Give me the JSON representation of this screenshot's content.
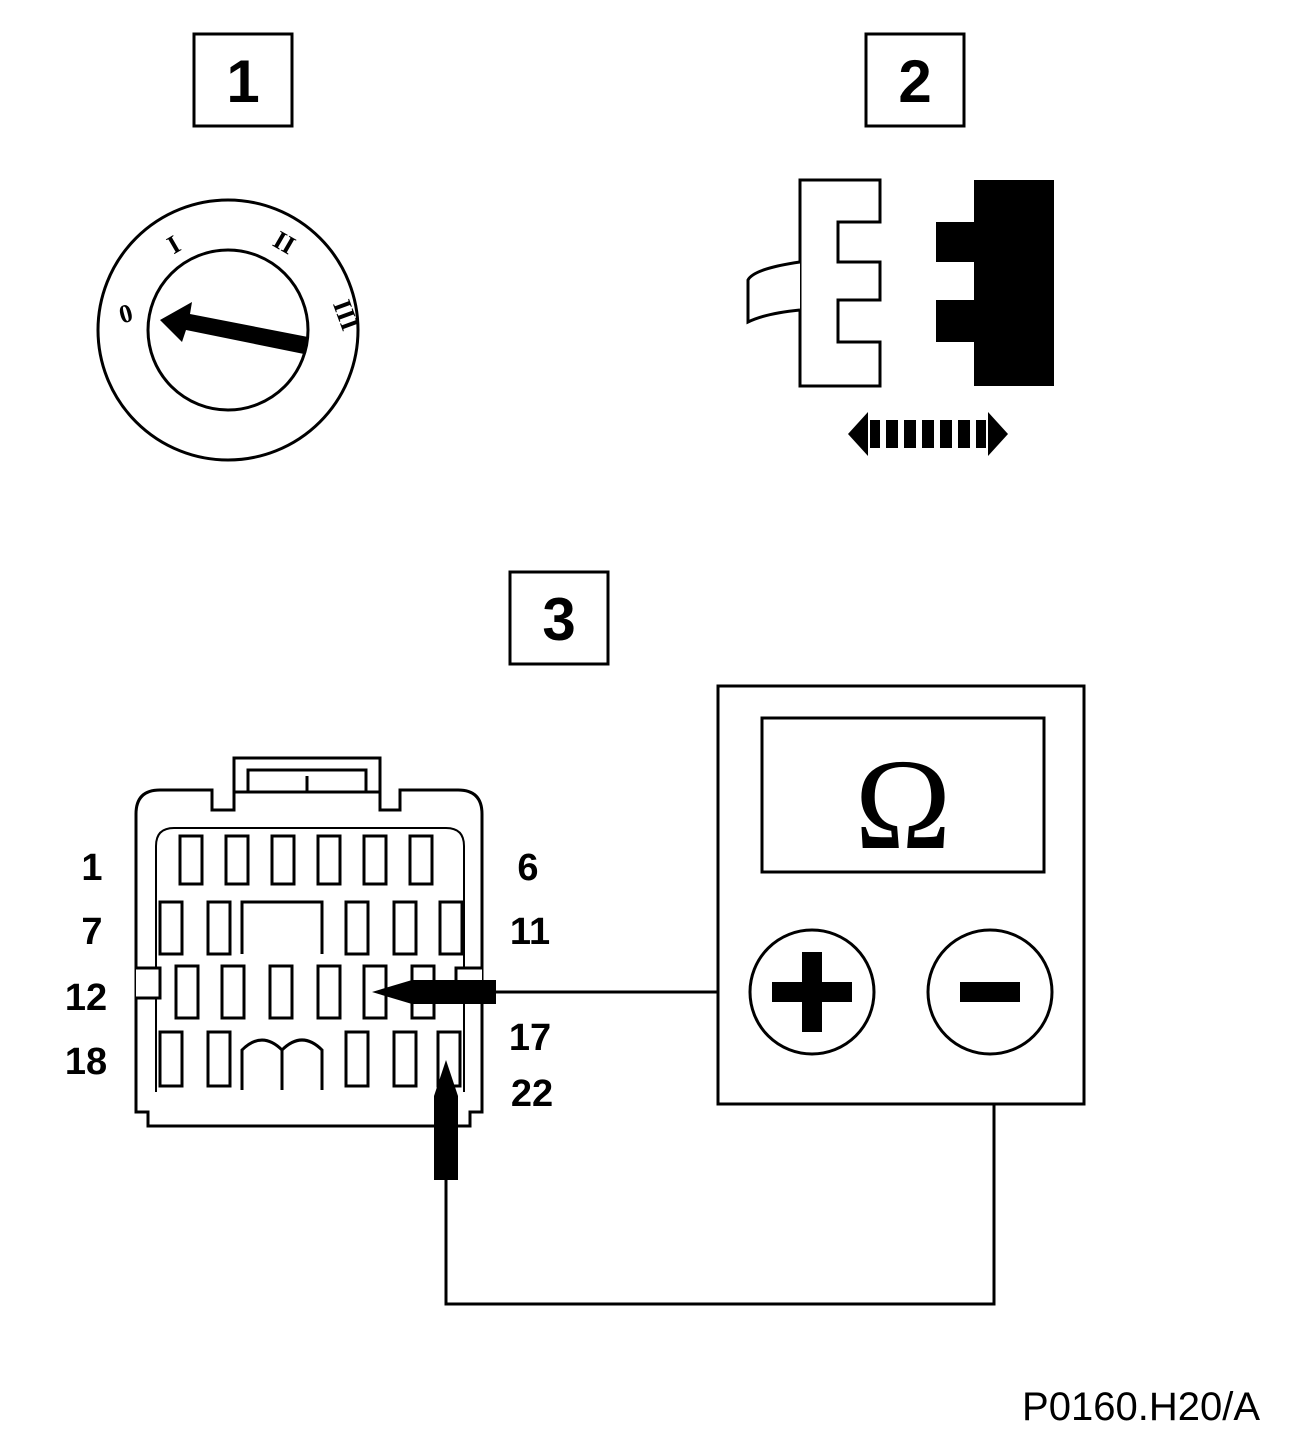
{
  "steps": {
    "step1": "1",
    "step2": "2",
    "step3": "3"
  },
  "ignition_switch": {
    "positions": {
      "off": "0",
      "acc": "I",
      "on": "II",
      "start": "III"
    }
  },
  "connector": {
    "row_labels": {
      "r1_left": "1",
      "r1_right": "6",
      "r2_left": "7",
      "r2_right": "11",
      "r3_left": "12",
      "r3_right": "17",
      "r4_left": "18",
      "r4_right": "22"
    }
  },
  "multimeter": {
    "mode_symbol": "Ω",
    "positive_symbol": "+",
    "negative_symbol": "–"
  },
  "reference_code": "P0160.H20/A"
}
